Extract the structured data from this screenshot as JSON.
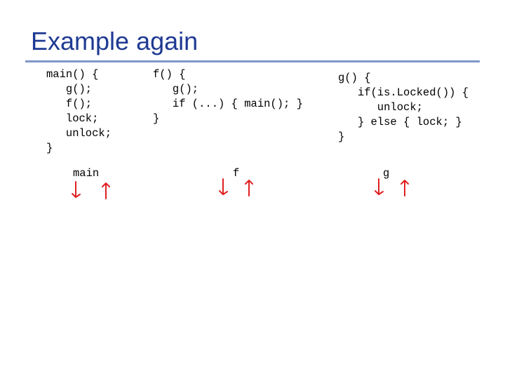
{
  "slide": {
    "title": "Example again"
  },
  "code_main": [
    "main() {",
    "   g();",
    "   f();",
    "   lock;",
    "   unlock;",
    "}"
  ],
  "code_f": [
    "f() {",
    "   g();",
    "   if (...) { main(); }",
    "}"
  ],
  "code_g": [
    "g() {",
    "   if(is.Locked()) {",
    "      unlock;",
    "   } else { lock; }",
    "}"
  ],
  "stacks": [
    {
      "label": "main"
    },
    {
      "label": "f"
    },
    {
      "label": "g"
    }
  ],
  "colors": {
    "title": "#1f3a93",
    "rule": "#7f97c8",
    "arrow": "#e02020"
  }
}
